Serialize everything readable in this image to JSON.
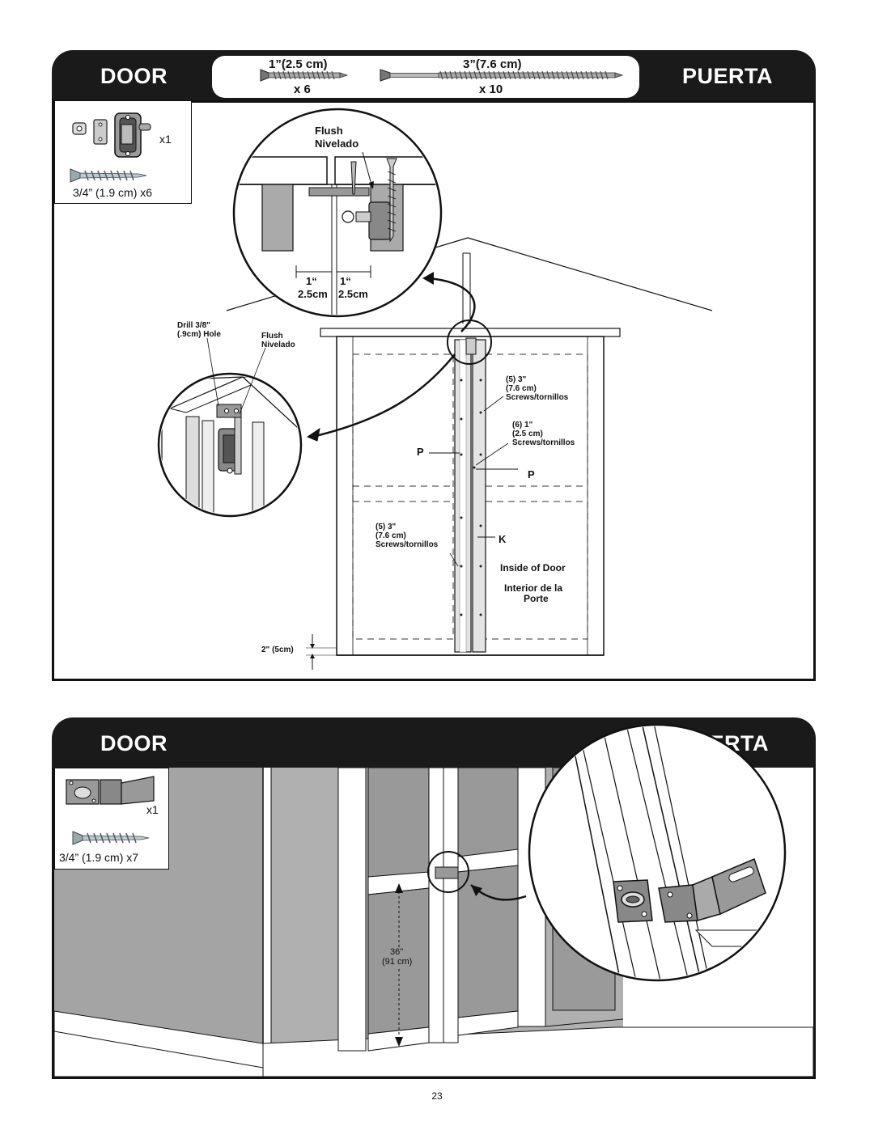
{
  "step1": {
    "header_left": "DOOR",
    "header_right": "PUERTA",
    "screw_short": {
      "size": "1”(2.5 cm)",
      "qty": "x 6"
    },
    "screw_long": {
      "size": "3”(7.6 cm)",
      "qty": "x 10"
    },
    "parts": {
      "latch_qty": "x1",
      "screw_label": "3/4” (1.9 cm) x6"
    },
    "detail_top": {
      "flush": "Flush",
      "nivelado": "Nivelado",
      "dim_1": "1“",
      "dim_2": "1“",
      "cm_1": "2.5cm",
      "cm_2": "2.5cm"
    },
    "detail_left": {
      "drill_1": "Drill 3/8\"",
      "drill_2": "(.9cm) Hole",
      "flush": "Flush",
      "nivelado": "Nivelado"
    },
    "door": {
      "screws_upper": [
        "(5) 3\"",
        "(7.6 cm)",
        "Screws/tornillos"
      ],
      "screws_mid": [
        "(6) 1\"",
        "(2.5 cm)",
        "Screws/tornillos"
      ],
      "screws_lower": [
        "(5) 3\"",
        "(7.6 cm)",
        "Screws/tornillos"
      ],
      "p_left": "P",
      "p_right": "P",
      "k": "K",
      "inside_1": "Inside of Door",
      "inside_2": "Interior de la",
      "inside_3": "Porte",
      "gap": "2\" (5cm)"
    }
  },
  "step2": {
    "header_left": "DOOR",
    "header_right": "PUERTA",
    "parts": {
      "hasp_qty": "x1",
      "screw_label": "3/4” (1.9 cm) x7"
    },
    "height_1": "36\"",
    "height_2": "(91 cm)"
  },
  "page_number": "23"
}
